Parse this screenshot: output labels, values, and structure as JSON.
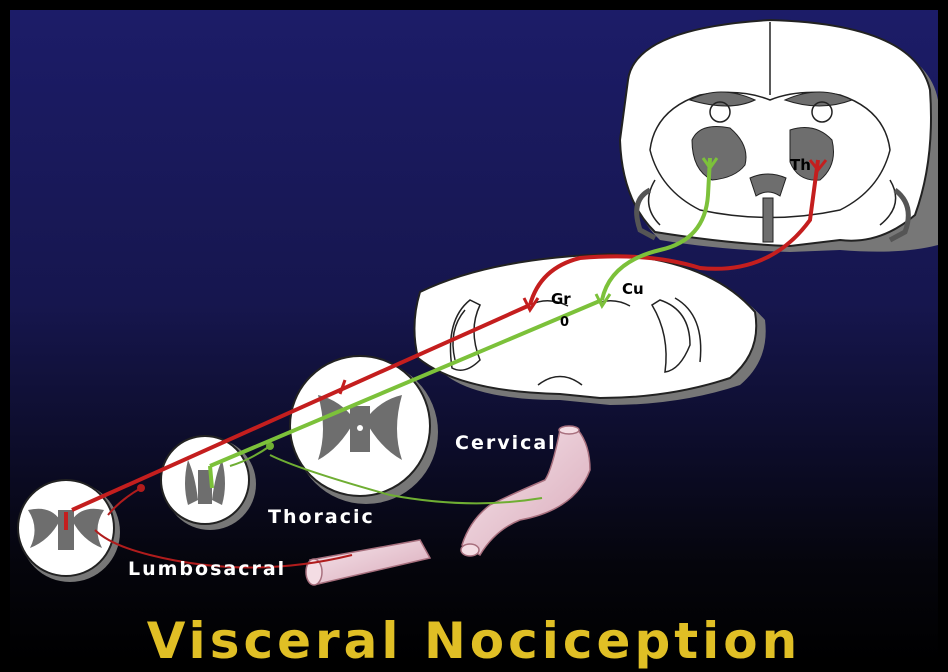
{
  "title": "Visceral Nociception",
  "labels": {
    "cervical": "Cervical",
    "thoracic": "Thoracic",
    "lumbosacral": "Lumbosacral",
    "thalamus": "Th",
    "gracile": "Gr",
    "cuneate": "Cu",
    "obex": "0"
  },
  "colors": {
    "background_top": "#1c1c68",
    "background_bottom": "#030308",
    "title": "#e0bf25",
    "pathway_red": "#c41e1e",
    "pathway_green": "#7cc13a",
    "tissue_grey": "#6e6e6e",
    "organ_pink": "#ead0d8"
  }
}
